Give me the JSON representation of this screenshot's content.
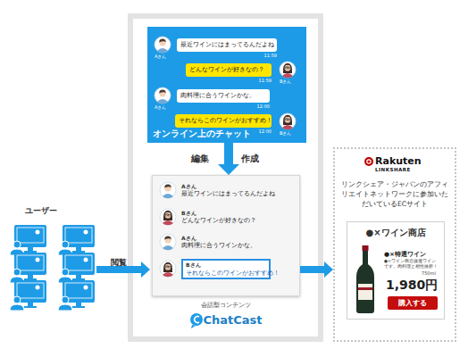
{
  "diagram": {
    "nodes": [
      {
        "text": [
          "ChatCast"
        ]
      },
      {
        "text": [
          "オンライン上のチャット"
        ],
        "in": 0
      },
      {
        "text": [
          "最近ワインにはまってるんだよね",
          "11:59"
        ],
        "in": 1
      },
      {
        "text": [
          "どんなワインが好きなの？",
          "11:59"
        ],
        "in": 1
      },
      {
        "text": [
          "肉料理に合うワインかな。",
          "12:00"
        ],
        "in": 1
      },
      {
        "text": [
          "それならこのワインがおすすめ！",
          "12:00"
        ],
        "in": 1
      },
      {
        "text": [
          "会話型コンテンツ"
        ],
        "in": 0
      },
      {
        "text": [
          "Bさん",
          "それならこのワインがおすすめ！"
        ],
        "in": 6
      },
      {
        "text": [
          "リンクシェア・ジャパンのアフィリエイトネットワークに参加いただいているECサイト"
        ]
      },
      {
        "text": [
          "●×ワイン商店"
        ],
        "in": 8
      },
      {
        "text": [
          "購入する"
        ],
        "in": 9
      }
    ],
    "edges": [
      {
        "from": 1,
        "to": 6,
        "arrow": "to"
      },
      {
        "from": 6,
        "to": 8,
        "arrow": "to"
      }
    ],
    "labels": [
      "Aさん",
      "Bさん",
      "Aさん",
      "Bさん",
      "編集",
      "作成",
      "Aさん",
      "最近ワインにはまってるんだよね",
      "Bさん",
      "どんなワインが好きなの？",
      "Aさん",
      "肉料理に合うワインかな。",
      "ユーザー",
      "閲覧",
      "Rakuten",
      "LINKSHARE",
      "●×特選ワイン",
      "●×ワイン商店厳選ワインです。肉料理と相性抜群！",
      "750ml",
      "1,980円"
    ]
  }
}
